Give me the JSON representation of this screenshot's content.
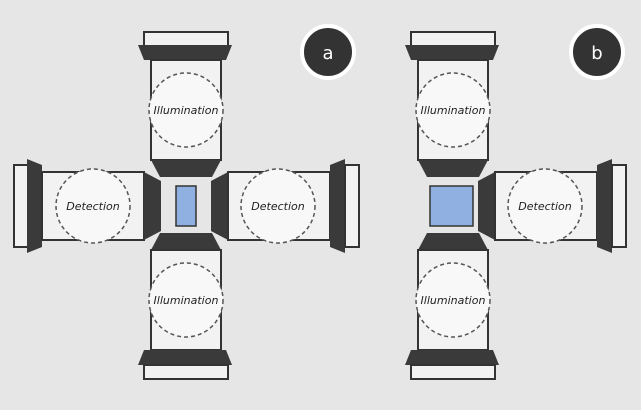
{
  "colors": {
    "background": "#e6e6e6",
    "body": "#f2f2f2",
    "outline": "#333333",
    "dark": "#3a3a3a",
    "sample": "#8fb0e0",
    "circle_fill": "#f8f8f8",
    "badge": "#333333"
  },
  "panel_a": {
    "badge": "a",
    "top_label": "Illumination",
    "bottom_label": "Illumination",
    "left_label": "Detection",
    "right_label": "Detection"
  },
  "panel_b": {
    "badge": "b",
    "top_label": "Illumination",
    "bottom_label": "Illumination",
    "right_label": "Detection"
  }
}
